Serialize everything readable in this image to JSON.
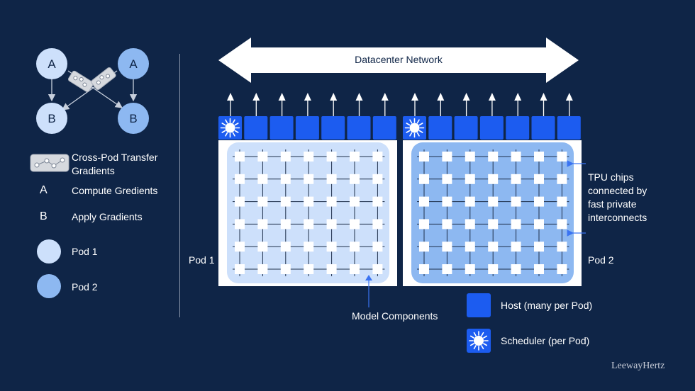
{
  "diagram": {
    "network_label": "Datacenter Network",
    "transfer": {
      "node_a_left": "A",
      "node_a_right": "A",
      "node_b_left": "B",
      "node_b_right": "B"
    },
    "legend": {
      "cross_pod_line1": "Cross-Pod Transfer",
      "cross_pod_line2": "Gradients",
      "a_symbol": "A",
      "a_text": "Compute Gredients",
      "b_symbol": "B",
      "b_text": "Apply Gradients",
      "pod1": "Pod 1",
      "pod2": "Pod 2"
    },
    "pods": [
      {
        "label": "Pod 1",
        "color": "#cde0fb"
      },
      {
        "label": "Pod 2",
        "color": "#8db8f1"
      }
    ],
    "tpu_label_lines": [
      "TPU chips",
      "connected by",
      "fast private",
      "interconnects"
    ],
    "model_components": "Model Components",
    "host_legend": "Host (many per Pod)",
    "scheduler_legend": "Scheduler (per Pod)",
    "brand": "LeewayHertz",
    "colors": {
      "background": "#0f2547",
      "host_blue": "#1c5cf0",
      "pod1": "#cde0fb",
      "pod2": "#8db8f1"
    }
  }
}
